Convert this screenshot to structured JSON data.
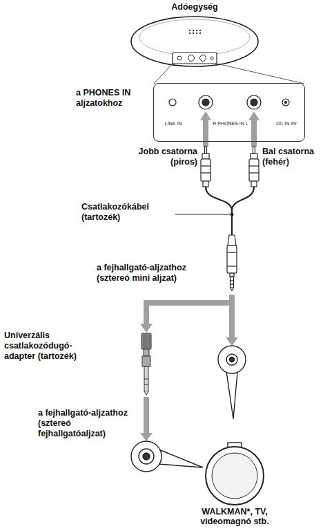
{
  "diagram": {
    "nodes": [
      {
        "text": [
          "LINE IN",
          "R PHONES IN L",
          "DC IN 9V"
        ]
      }
    ],
    "labels": [
      "Adóegység",
      "a PHONES IN aljzatokhoz",
      "Jobb csatorna (piros)",
      "Bal csatorna (fehér)",
      "Csatlakozókábel (tartozék)",
      "a fejhallgató-aljzathoz (sztereó mini aljzat)",
      "Univerzális csatlakozódugó-adapter (tartozék)",
      "a fejhallgató-aljzathoz (sztereó fejhallgatóaljzat)",
      "WALKMAN*, TV, videomagnó stb."
    ]
  }
}
